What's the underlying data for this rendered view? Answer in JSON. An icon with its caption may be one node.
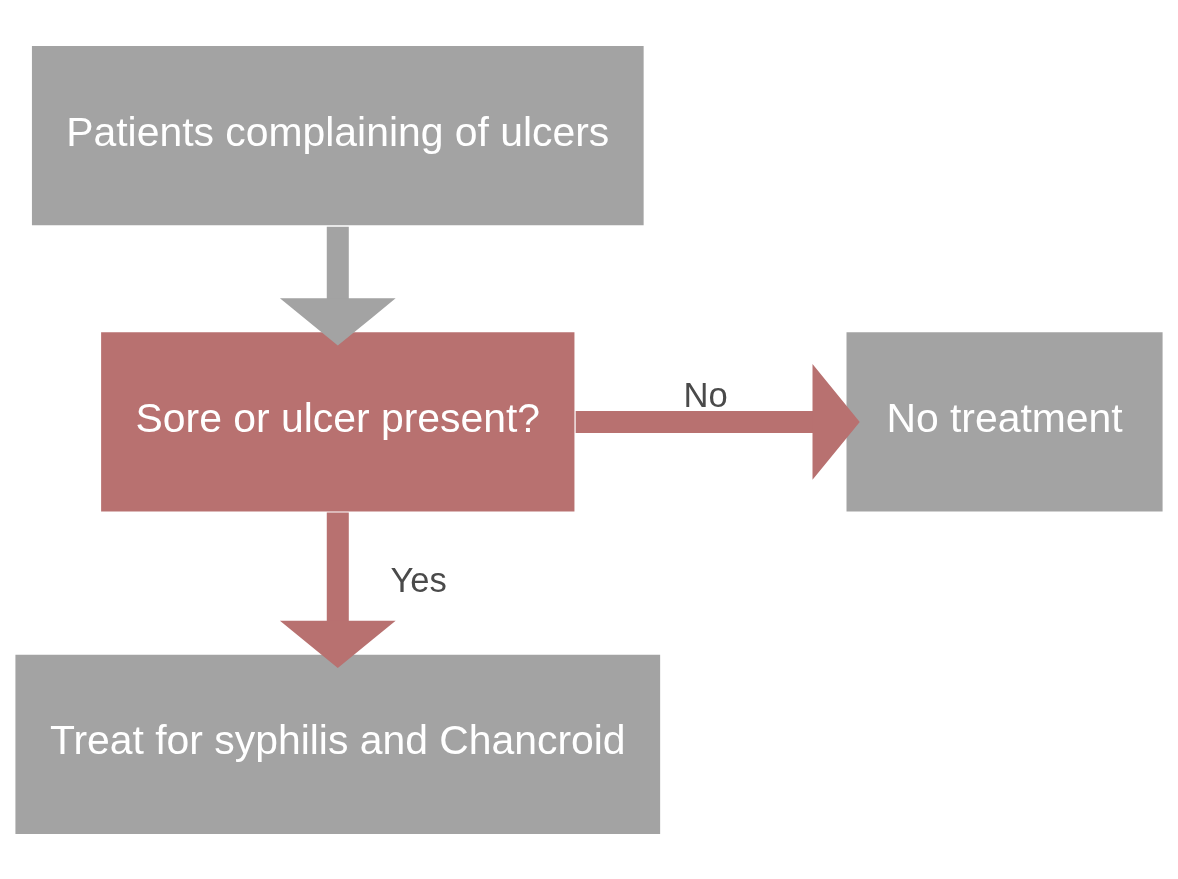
{
  "diagram": {
    "nodes": [
      {
        "text": [
          "Patients complaining of ulcers"
        ]
      },
      {
        "text": [
          "Sore or ulcer present?"
        ]
      },
      {
        "text": [
          "No treatment"
        ]
      },
      {
        "text": [
          "Treat for syphilis and Chancroid"
        ]
      }
    ],
    "edges": [
      {
        "from": 0,
        "to": 1,
        "arrow": "to",
        "color": "#a3a3a3"
      },
      {
        "from": 1,
        "to": 2,
        "arrow": "to",
        "label": "No"
      },
      {
        "from": 1,
        "to": 3,
        "arrow": "to",
        "label": "Yes"
      }
    ]
  }
}
